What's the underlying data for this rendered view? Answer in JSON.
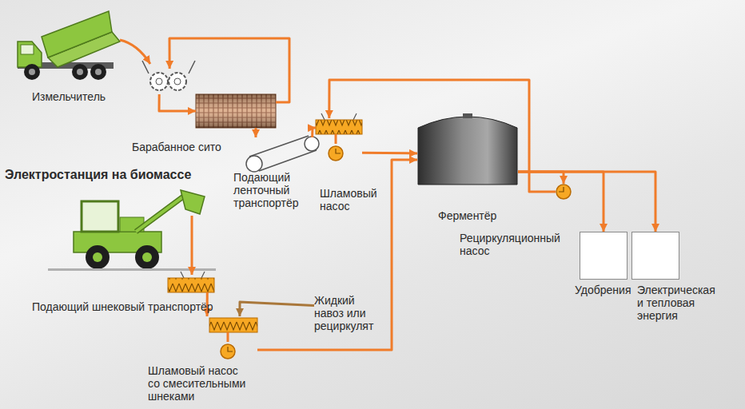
{
  "diagram": {
    "title": "Электростанция на биомассе",
    "nodes": [
      {
        "text": [
          "Измельчитель"
        ]
      },
      {
        "text": [
          "Барабанное сито"
        ]
      },
      {
        "text": [
          "Подающий ленточный транспортёр"
        ]
      },
      {
        "text": [
          "Шламовый насос"
        ]
      },
      {
        "text": [
          "Ферментёр"
        ]
      },
      {
        "text": [
          "Рециркуляционный насос"
        ]
      },
      {
        "text": [
          "Удобрения"
        ]
      },
      {
        "text": [
          "Электрическая и тепловая энергия"
        ]
      },
      {
        "text": [
          "Подающий шнековый транспортёр"
        ]
      },
      {
        "text": [
          "Жидкий навоз или рециркулят"
        ]
      },
      {
        "text": [
          "Шламовый насос со смесительными шнеками"
        ]
      }
    ],
    "edges": [
      {
        "from": 0,
        "to": 1,
        "arrow": "to"
      },
      {
        "from": 1,
        "to": 0,
        "arrow": "to"
      },
      {
        "from": 1,
        "to": 2,
        "arrow": "to"
      },
      {
        "from": 2,
        "to": 3,
        "arrow": "to"
      },
      {
        "from": 3,
        "to": 4,
        "arrow": "to"
      },
      {
        "from": 4,
        "to": 5,
        "arrow": "to"
      },
      {
        "from": 5,
        "to": 3,
        "arrow": "to"
      },
      {
        "from": 4,
        "to": 6,
        "arrow": "to"
      },
      {
        "from": 4,
        "to": 7,
        "arrow": "to"
      },
      {
        "from": 8,
        "to": 10,
        "arrow": "to"
      },
      {
        "from": 9,
        "to": 10,
        "arrow": "to"
      },
      {
        "from": 10,
        "to": 4,
        "arrow": "to"
      }
    ]
  }
}
